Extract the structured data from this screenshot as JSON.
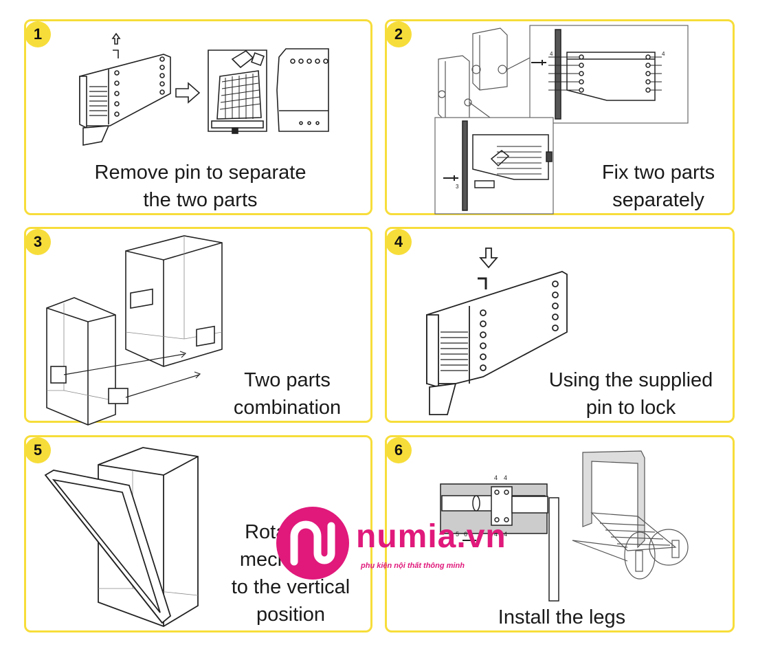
{
  "steps": [
    {
      "number": "1",
      "caption_line1": "Remove pin to separate",
      "caption_line2": "the two parts"
    },
    {
      "number": "2",
      "caption_line1": "Fix two parts",
      "caption_line2": "separately"
    },
    {
      "number": "3",
      "caption_line1": "Two parts",
      "caption_line2": "combination"
    },
    {
      "number": "4",
      "caption_line1": "Using the supplied",
      "caption_line2": "pin to lock"
    },
    {
      "number": "5",
      "caption_line1": "Rotate the",
      "caption_line2": "mechanism",
      "caption_line3": "to the vertical",
      "caption_line4": "position"
    },
    {
      "number": "6",
      "caption_line1": "Install the legs"
    }
  ],
  "step2_labels": {
    "screw_count": "4",
    "small_screw_count": "3"
  },
  "step6_labels": {
    "top_count_a": "4",
    "top_count_b": "4",
    "bottom_count_a": "4",
    "bottom_count_b": "4",
    "side_a": "5",
    "side_b": "6"
  },
  "logo": {
    "brand": "numia.vn",
    "tagline": "phụ kiện nội thất thông minh",
    "mark_icon": "numia-logo-mark",
    "brand_color": "#e0197b"
  },
  "colors": {
    "panel_border": "#f7dd3a",
    "badge_fill": "#f7dd3a",
    "line": "#222222",
    "plate_fill": "#cccccc"
  }
}
